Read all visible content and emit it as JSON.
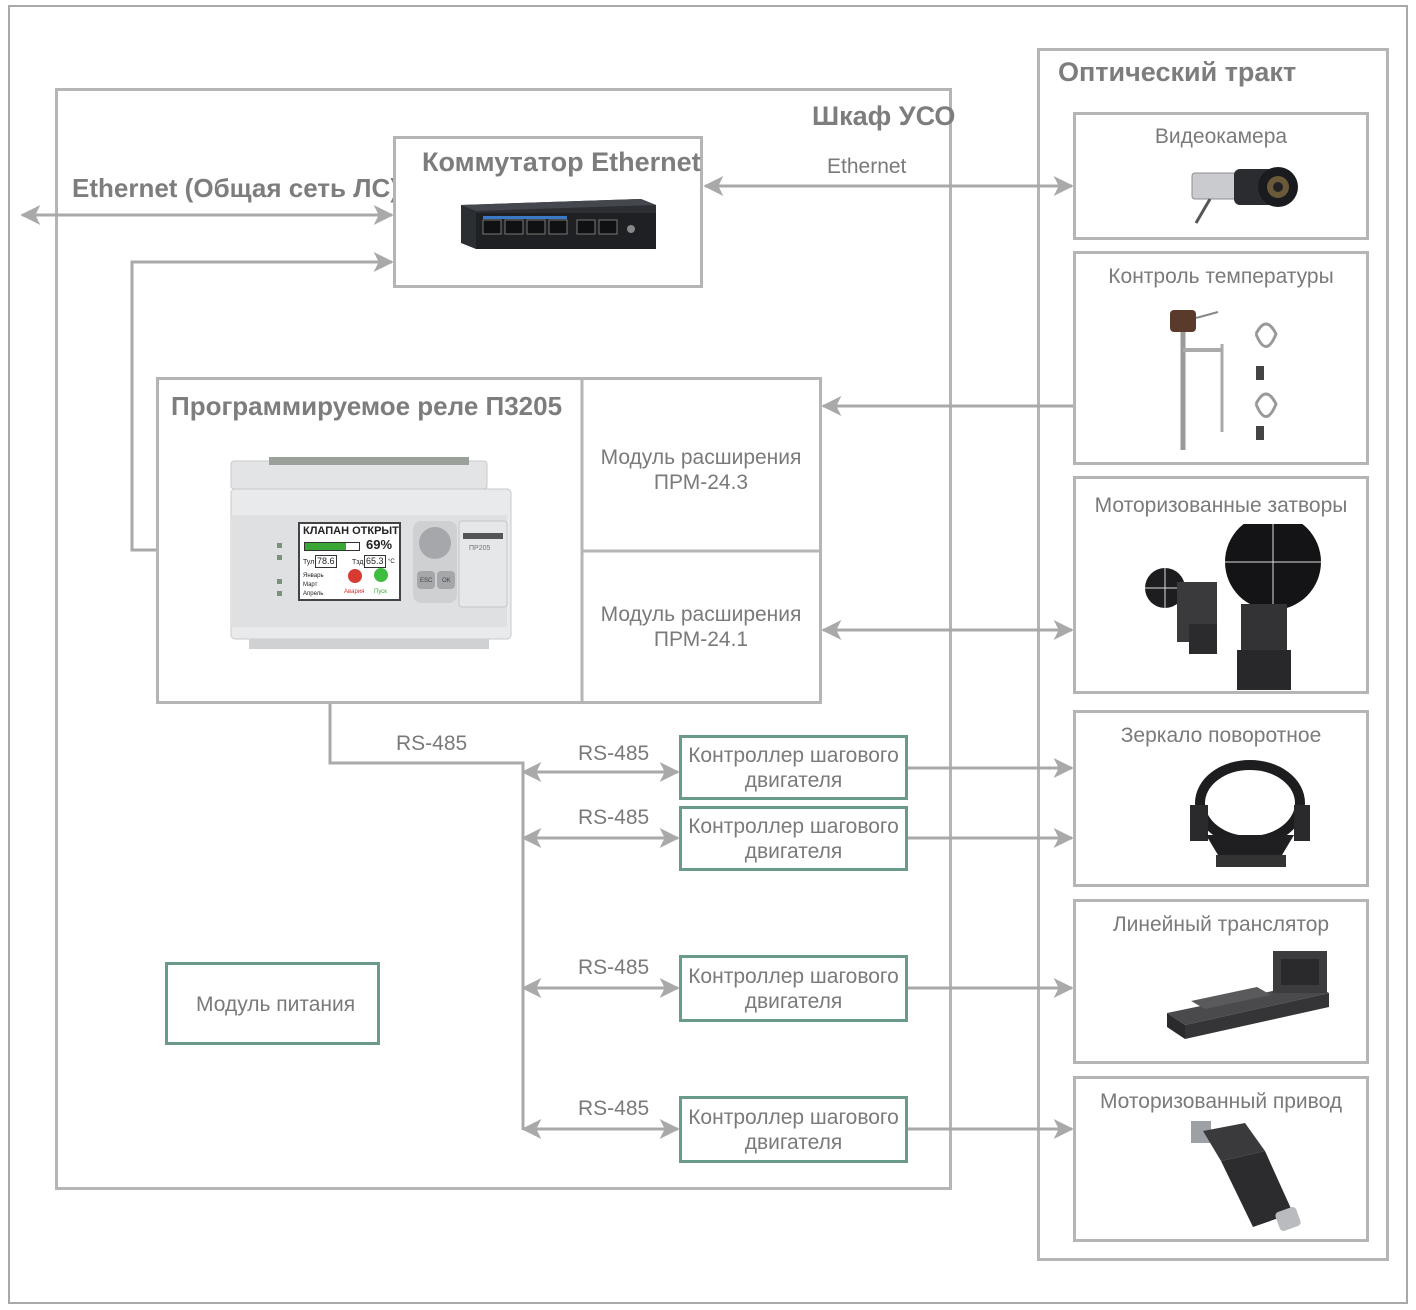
{
  "outer_frame": {},
  "cabinet": {
    "title": "Шкаф УСО"
  },
  "optical": {
    "title": "Оптический тракт"
  },
  "ethernet_global": {
    "label": "Ethernet (Общая сеть ЛС)"
  },
  "switch": {
    "title": "Коммутатор Ethernet",
    "link_label": "Ethernet"
  },
  "relay": {
    "title": "Программируемое реле П3205",
    "screen": {
      "line1": "КЛАПАН ОТКРЫТ",
      "percent": "69%",
      "t1_label": "Тул",
      "t1": "78.6",
      "t2_label": "Тзд",
      "t2": "65.3",
      "unit": "°C",
      "btn_alarm": "Авария",
      "btn_start": "Пуск",
      "menu1": "Январь",
      "menu2": "Март",
      "menu3": "Апрель",
      "brand": "ПР205",
      "esc": "ESC",
      "ok": "OK"
    }
  },
  "modules": {
    "m1": {
      "line1": "Модуль расширения",
      "line2": "ПРМ-24.3"
    },
    "m2": {
      "line1": "Модуль расширения",
      "line2": "ПРМ-24.1"
    }
  },
  "rs485": {
    "main": "RS-485",
    "c1": "RS-485",
    "c2": "RS-485",
    "c3": "RS-485",
    "c4": "RS-485"
  },
  "controllers": [
    {
      "line1": "Контроллер шагового",
      "line2": "двигателя"
    },
    {
      "line1": "Контроллер шагового",
      "line2": "двигателя"
    },
    {
      "line1": "Контроллер шагового",
      "line2": "двигателя"
    },
    {
      "line1": "Контроллер шагового",
      "line2": "двигателя"
    }
  ],
  "power": {
    "label": "Модуль питания"
  },
  "devices": [
    {
      "title": "Видеокамера",
      "icon": "camera-icon"
    },
    {
      "title": "Контроль температуры",
      "icon": "thermocouple-icon"
    },
    {
      "title": "Моторизованные затворы",
      "icon": "shutter-icon"
    },
    {
      "title": "Зеркало поворотное",
      "icon": "mirror-mount-icon"
    },
    {
      "title": "Линейный транслятор",
      "icon": "linear-stage-icon"
    },
    {
      "title": "Моторизованный привод",
      "icon": "motor-actuator-icon"
    }
  ],
  "colors": {
    "line": "#a9a9a9",
    "green": "#6a9a8c",
    "text": "#7a7a7a"
  }
}
